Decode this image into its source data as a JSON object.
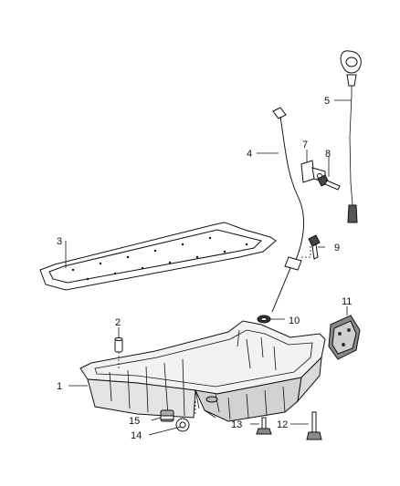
{
  "callouts": {
    "c1": "1",
    "c2": "2",
    "c3": "3",
    "c4": "4",
    "c5": "5",
    "c7": "7",
    "c8": "8",
    "c9": "9",
    "c10": "10",
    "c11": "11",
    "c12": "12",
    "c13": "13",
    "c14": "14",
    "c15": "15"
  }
}
